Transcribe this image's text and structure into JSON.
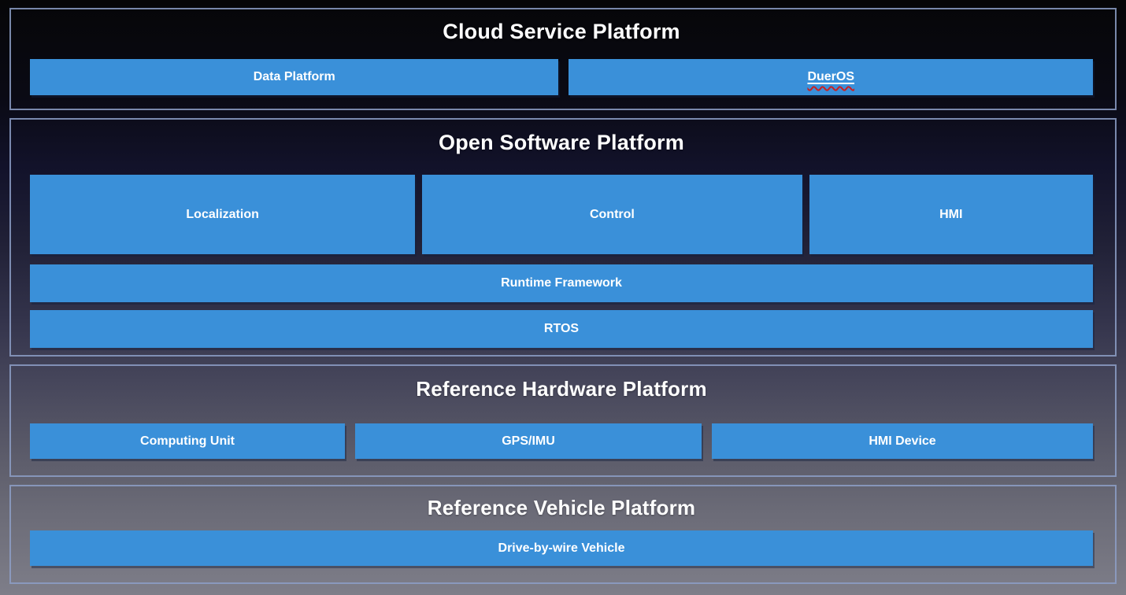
{
  "colors": {
    "box_blue": "#3a90d9",
    "section_border": "#8d9fc7",
    "title_text": "#ffffff",
    "box_text": "#ffffff",
    "spellcheck_wavy_red": "#cc1f1f",
    "background_top": "#060608",
    "background_bottom": "#7e7e89"
  },
  "sections": [
    {
      "title": "Cloud Service Platform",
      "rows": [
        [
          "Data Platform",
          "DuerOS"
        ]
      ]
    },
    {
      "title": "Open Software Platform",
      "rows": [
        [
          "Localization",
          "Control",
          "HMI"
        ],
        [
          "Runtime Framework"
        ],
        [
          "RTOS"
        ]
      ]
    },
    {
      "title": "Reference Hardware Platform",
      "rows": [
        [
          "Computing Unit",
          "GPS/IMU",
          "HMI Device"
        ]
      ]
    },
    {
      "title": "Reference Vehicle Platform",
      "rows": [
        [
          "Drive-by-wire Vehicle"
        ]
      ]
    }
  ]
}
